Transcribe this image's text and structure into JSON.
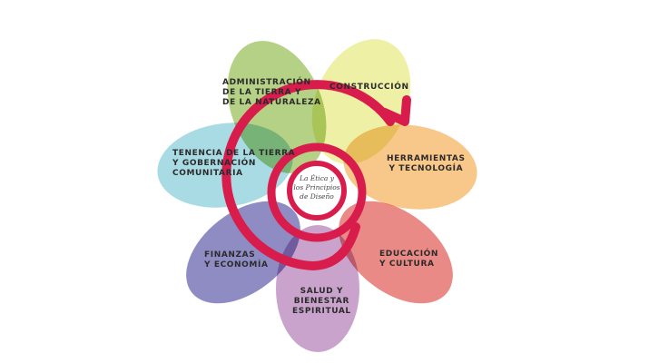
{
  "center": {
    "lines": [
      "La Ética y",
      "los Principios",
      "de Diseño"
    ]
  },
  "petals": [
    {
      "id": "administracion",
      "lines": [
        "Administración",
        "de la tierra y",
        "de la naturaleza"
      ],
      "color": "#b5d185"
    },
    {
      "id": "construccion",
      "lines": [
        "Construcción"
      ],
      "color": "#eef0a6"
    },
    {
      "id": "herramientas",
      "lines": [
        "Herramientas",
        "y tecnología"
      ],
      "color": "#f8c88a"
    },
    {
      "id": "educacion",
      "lines": [
        "Educación",
        "y cultura"
      ],
      "color": "#ea8a86"
    },
    {
      "id": "salud",
      "lines": [
        "Salud y",
        "bienestar",
        "espiritual"
      ],
      "color": "#c9a3cc"
    },
    {
      "id": "finanzas",
      "lines": [
        "Finanzas",
        "y economía"
      ],
      "color": "#8f8cc4"
    },
    {
      "id": "tenencia",
      "lines": [
        "Tenencia de la tierra",
        "y gobernación",
        "comunitaria"
      ],
      "color": "#a8dbe3"
    }
  ],
  "spiral_color": "#d81d4d"
}
